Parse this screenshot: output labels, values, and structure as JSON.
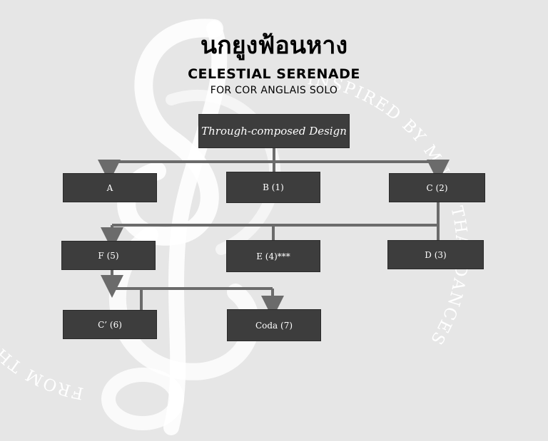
{
  "header": {
    "title_thai": "นกยูงฟ้อนหาง",
    "title_en": "CELESTIAL SERENADE",
    "subtitle": "FOR COR ANGLAIS SOLO"
  },
  "watermark": {
    "text_left": "FROM THE RINGS TO THE REEDS",
    "text_right": "INSPIRED BY MUAY THAI DANCES",
    "icon": "treble-clef-icon"
  },
  "diagram": {
    "root": "Through-composed Design",
    "nodes": {
      "a": "A",
      "b": "B (1)",
      "c": "C (2)",
      "d": "D (3)",
      "e": "E (4)***",
      "f": "F (5)",
      "c2": "C’ (6)",
      "coda": "Coda (7)"
    }
  },
  "colors": {
    "background": "#e6e6e6",
    "node_fill": "#3d3d3d",
    "connector": "#6b6b6b",
    "watermark": "#ffffff"
  }
}
